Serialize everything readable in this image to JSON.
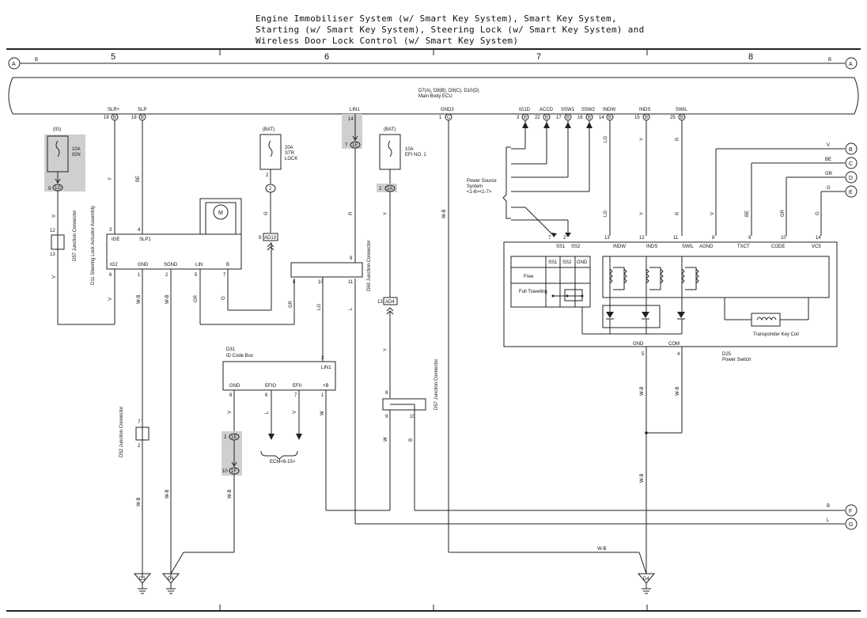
{
  "title_lines": [
    "Engine Immobiliser System (w/ Smart Key System),  Smart Key System,",
    "Starting (w/ Smart Key System),  Steering Lock (w/ Smart Key System) and",
    "Wireless Door Lock Control (w/ Smart Key System)"
  ],
  "grid": {
    "col5": "5",
    "col6": "6",
    "col7": "7",
    "col8": "8",
    "sheet_ref": "A",
    "bus_letter": "B"
  },
  "ecu": {
    "connectors": "D7(A), D8(B), D9(C), D10(D)",
    "name": "Main Body ECU",
    "pins": [
      {
        "name": "SLR+",
        "num": "19",
        "conn": "B"
      },
      {
        "name": "SLP",
        "num": "18",
        "conn": "B"
      },
      {
        "name": "LIN1",
        "num": "",
        "conn": ""
      },
      {
        "name": "GND3",
        "num": "1",
        "conn": "C"
      },
      {
        "name": "IG1D",
        "num": "3",
        "conn": "B"
      },
      {
        "name": "ACCD",
        "num": "22",
        "conn": "B"
      },
      {
        "name": "SSW1",
        "num": "17",
        "conn": "B"
      },
      {
        "name": "SSW2",
        "num": "16",
        "conn": "B"
      },
      {
        "name": "INDW",
        "num": "14",
        "conn": "B"
      },
      {
        "name": "INDS",
        "num": "15",
        "conn": "B"
      },
      {
        "name": "SWIL",
        "num": "25",
        "conn": "B"
      }
    ]
  },
  "fuses": {
    "ig": {
      "supply": "(IG)",
      "rating": "10A",
      "name": "IGN",
      "pin": "9",
      "conn": "1G"
    },
    "str": {
      "supply": "(BAT)",
      "rating": "20A",
      "name1": "STR",
      "name2": "LOCK",
      "pin_top": "2",
      "conn": "2",
      "conn_pin": "9",
      "conn2": "AD13"
    },
    "efi": {
      "supply": "(BAT)",
      "rating": "10A",
      "name": "EFI NO. 1",
      "pin": "2",
      "conn": "2A"
    }
  },
  "lin_splice": {
    "pin_top": "14",
    "pin": "7",
    "conn": "1E"
  },
  "jc_d57_left": {
    "pin_a": "12",
    "pin_b": "13",
    "label": "D57 Junction Connector"
  },
  "jc_d52": {
    "pin_a": "7",
    "pin_b": "2",
    "label": "D52 Junction Connector"
  },
  "jc_d60": {
    "pins": [
      "9",
      "8",
      "10",
      "11"
    ],
    "label": "D60 Junction Connector"
  },
  "jc_d57_right": {
    "pins": [
      "8",
      "9",
      "10"
    ],
    "label": "D57 Junction Connector"
  },
  "steering_lock": {
    "label": "D11 Steering Lock Actuator Assembly",
    "pins_top": [
      {
        "name": "IGE",
        "num": "3"
      },
      {
        "name": "SLP1",
        "num": "4"
      }
    ],
    "pins_bottom": [
      {
        "name": "IG2",
        "num": "6"
      },
      {
        "name": "GND",
        "num": "1"
      },
      {
        "name": "SGND",
        "num": "2"
      },
      {
        "name": "LIN",
        "num": "5"
      },
      {
        "name": "B",
        "num": "7"
      }
    ],
    "motor": "M"
  },
  "id_code_box": {
    "code": "D31",
    "name": "ID Code Box",
    "lin_pin": "3",
    "lin_name": "LIN1",
    "pins": [
      {
        "name": "GND",
        "num": "8"
      },
      {
        "name": "EFIO",
        "num": "6"
      },
      {
        "name": "EFII",
        "num": "7"
      },
      {
        "name": "+B",
        "num": "1"
      }
    ]
  },
  "splice_1e1f": {
    "top": "1E",
    "top_pin": "2",
    "bottom": "1F",
    "bottom_pin": "10"
  },
  "ad4": {
    "pin": "13",
    "conn": "AD4"
  },
  "ecm_ref": "ECM<6-15>",
  "power_source_ref": [
    "Power Source",
    "System",
    "<1-6><1-7>"
  ],
  "power_switch": {
    "code": "D25",
    "name": "Power Switch",
    "pins_top": [
      {
        "name": "SS1",
        "num": "7"
      },
      {
        "name": "SS2",
        "num": "2"
      },
      {
        "name": "INDW",
        "num": "13"
      },
      {
        "name": "INDS",
        "num": "12"
      },
      {
        "name": "SWIL",
        "num": "11"
      },
      {
        "name": "AGND",
        "num": "8"
      },
      {
        "name": "TXCT",
        "num": "9"
      },
      {
        "name": "CODE",
        "num": "10"
      },
      {
        "name": "VC5",
        "num": "14"
      }
    ],
    "table": {
      "cols": [
        "SS1",
        "SS2",
        "GND"
      ],
      "rows": [
        "Free",
        "Full Traveling"
      ]
    },
    "bottom": [
      {
        "name": "GND",
        "num": "5"
      },
      {
        "name": "COM",
        "num": "4"
      }
    ],
    "coil": "Transponder Key Coil"
  },
  "wires": {
    "ignY": "Y",
    "slpBE": "BE",
    "ig2V": "V",
    "d57V": "V",
    "gndWB": "W-B",
    "sgndWB": "W-B",
    "linGR": "GR",
    "bG": "G",
    "strG": "G",
    "d60GR": "GR",
    "d60LG": "LG",
    "linR": "R",
    "efiY": "Y",
    "gnd3WB": "W-B",
    "ad4Y": "Y",
    "d52WB": "W-B",
    "sgnd2WB": "W-B",
    "idgV": "V",
    "efioL": "L",
    "efiiV": "V",
    "plusW": "W",
    "d57W": "W",
    "d57B": "B",
    "wbF": "W-B",
    "indwLG": "LG",
    "indsY": "Y",
    "swilR": "R",
    "psIndwLG": "LG",
    "psIndsY": "Y",
    "psSwilR": "R",
    "agndV": "V",
    "txctBE": "BE",
    "codeGR": "GR",
    "vc5G": "G",
    "comWB": "W-B",
    "downWB": "W-B",
    "bottomWB": "W-B",
    "bottom1WB": "W-B"
  },
  "off_page": [
    {
      "letter": "B",
      "wire": "V"
    },
    {
      "letter": "C",
      "wire": "BE"
    },
    {
      "letter": "D",
      "wire": "GR"
    },
    {
      "letter": "E",
      "wire": "G"
    },
    {
      "letter": "F",
      "wire": "B"
    },
    {
      "letter": "G",
      "wire": "L"
    }
  ],
  "grounds": [
    "D3",
    "D4",
    "D4"
  ]
}
